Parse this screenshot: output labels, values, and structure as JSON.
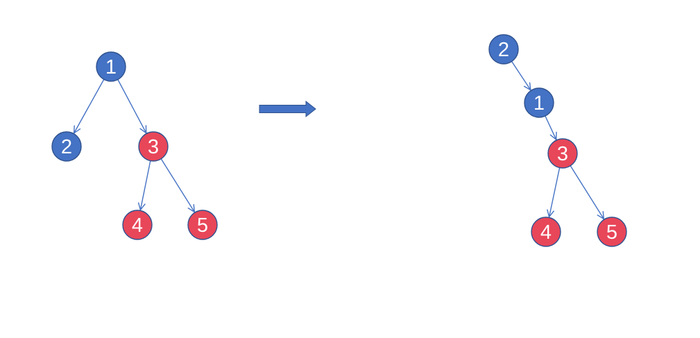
{
  "colors": {
    "blue": "#4472c4",
    "red": "#e84659",
    "stroke": "#2f528f",
    "edge": "#4472c4",
    "arrow_fill": "#4472c4",
    "arrow_stroke": "#2f528f"
  },
  "before_tree": {
    "nodes": [
      {
        "id": "b1",
        "label": "1",
        "color": "blue"
      },
      {
        "id": "b2",
        "label": "2",
        "color": "blue"
      },
      {
        "id": "b3",
        "label": "3",
        "color": "red"
      },
      {
        "id": "b4",
        "label": "4",
        "color": "red"
      },
      {
        "id": "b5",
        "label": "5",
        "color": "red"
      }
    ],
    "edges": [
      {
        "from": "b1",
        "to": "b2"
      },
      {
        "from": "b1",
        "to": "b3"
      },
      {
        "from": "b3",
        "to": "b4"
      },
      {
        "from": "b3",
        "to": "b5"
      }
    ]
  },
  "transition_arrow": {
    "icon": "right-arrow-icon"
  },
  "after_tree": {
    "nodes": [
      {
        "id": "a2",
        "label": "2",
        "color": "blue"
      },
      {
        "id": "a1",
        "label": "1",
        "color": "blue"
      },
      {
        "id": "a3",
        "label": "3",
        "color": "red"
      },
      {
        "id": "a4",
        "label": "4",
        "color": "red"
      },
      {
        "id": "a5",
        "label": "5",
        "color": "red"
      }
    ],
    "edges": [
      {
        "from": "a2",
        "to": "a1"
      },
      {
        "from": "a1",
        "to": "a3"
      },
      {
        "from": "a3",
        "to": "a4"
      },
      {
        "from": "a3",
        "to": "a5"
      }
    ]
  }
}
